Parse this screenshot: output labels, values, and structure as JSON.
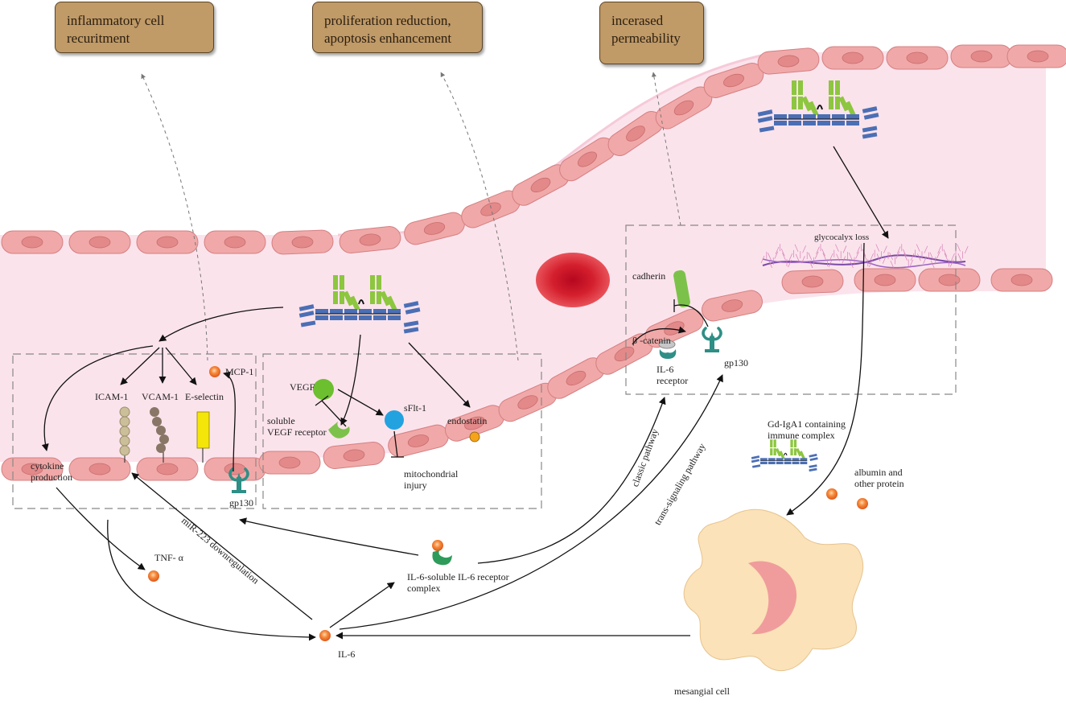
{
  "boxes": {
    "inflammatory": [
      "inflammatory cell",
      "recuritment"
    ],
    "proliferation": [
      "proliferation reduction,",
      "apoptosis enhancement"
    ],
    "permeability": [
      "incerased",
      "permeability"
    ]
  },
  "labels": {
    "icam": "ICAM-1",
    "vcam": "VCAM-1",
    "eselectin": "E-selectin",
    "mcp1": "MCP-1",
    "cytokine": [
      "cytokine",
      "production"
    ],
    "gp130_left": "gp130",
    "vegf": "VEGF",
    "sflt": "sFlt-1",
    "soluble_vegf_receptor": [
      "soluble",
      "VEGF receptor"
    ],
    "endostatin": "endostatin",
    "mitochondrial": [
      "mitochondrial",
      "injury"
    ],
    "cadherin": "cadherin",
    "beta_catenin": "β -catenin",
    "il6_receptor": [
      "IL-6",
      "receptor"
    ],
    "gp130_right": "gp130",
    "glycocalyx": "glycocalyx loss",
    "gd_iga1": [
      "Gd-IgA1 containing",
      "immune complex"
    ],
    "albumin": [
      "albumin and",
      "other protein"
    ],
    "tnf": "TNF- α",
    "mir": "miR-223 downregulation",
    "il6_complex": [
      "IL-6-soluble IL-6 receptor",
      "complex"
    ],
    "classic": "classic pathway",
    "trans": "trans-signaling pathway",
    "il6": "IL-6",
    "mesangial": "mesangial cell"
  },
  "colors": {
    "vessel": "#fbe3ec",
    "cell": "#f0a9a8",
    "cell_border": "#d57f82",
    "nucleus": "#e08a8b",
    "rbc": "#c8102e",
    "igg_green": "#8dc63f",
    "igg_blue": "#4b6fb5",
    "box_fill": "#c09a67",
    "orange": "#f07e2b",
    "mesangial": "#fbe2b8"
  }
}
